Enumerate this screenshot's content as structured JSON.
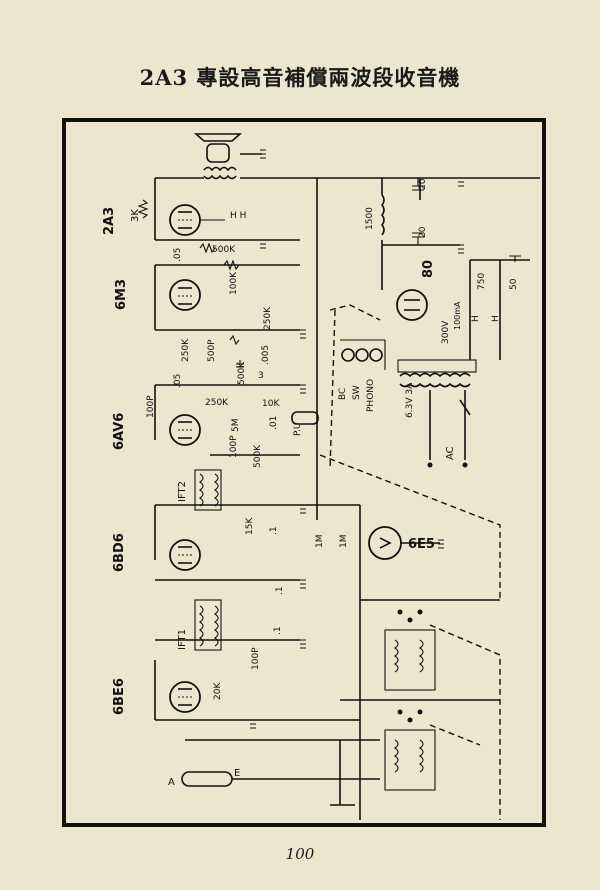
{
  "title": "2A3 專設高音補償兩波段收音機",
  "page_number": "100",
  "tubes": [
    "2A3",
    "6M3",
    "6AV6",
    "6BD6",
    "6BE6",
    "6E5",
    "80"
  ],
  "transformers": [
    "IFT2",
    "IFT1"
  ],
  "resistors": [
    "3K",
    "500K",
    "100K",
    "250K",
    "250K",
    "250K",
    "500K",
    "10K",
    "5M",
    "500K",
    "15K",
    "1M",
    "1M",
    "20K",
    "1500",
    "750",
    "3"
  ],
  "capacitors": [
    ".05",
    ".05",
    "500P",
    ".005",
    "100P",
    ".01",
    "100P",
    ".1",
    ".1",
    ".1",
    "100P",
    "20",
    "20",
    "50"
  ],
  "labels": {
    "heater": "H H",
    "pu": "P.U",
    "switch_bc": "BC",
    "switch_sw": "SW",
    "switch_phono": "PHONO",
    "volt_300": "300V",
    "ma_100": "100mA",
    "heater_63": "6.3V 3A",
    "ac": "AC",
    "antenna": "A",
    "earth": "E",
    "h1": "H",
    "h2": "H"
  }
}
